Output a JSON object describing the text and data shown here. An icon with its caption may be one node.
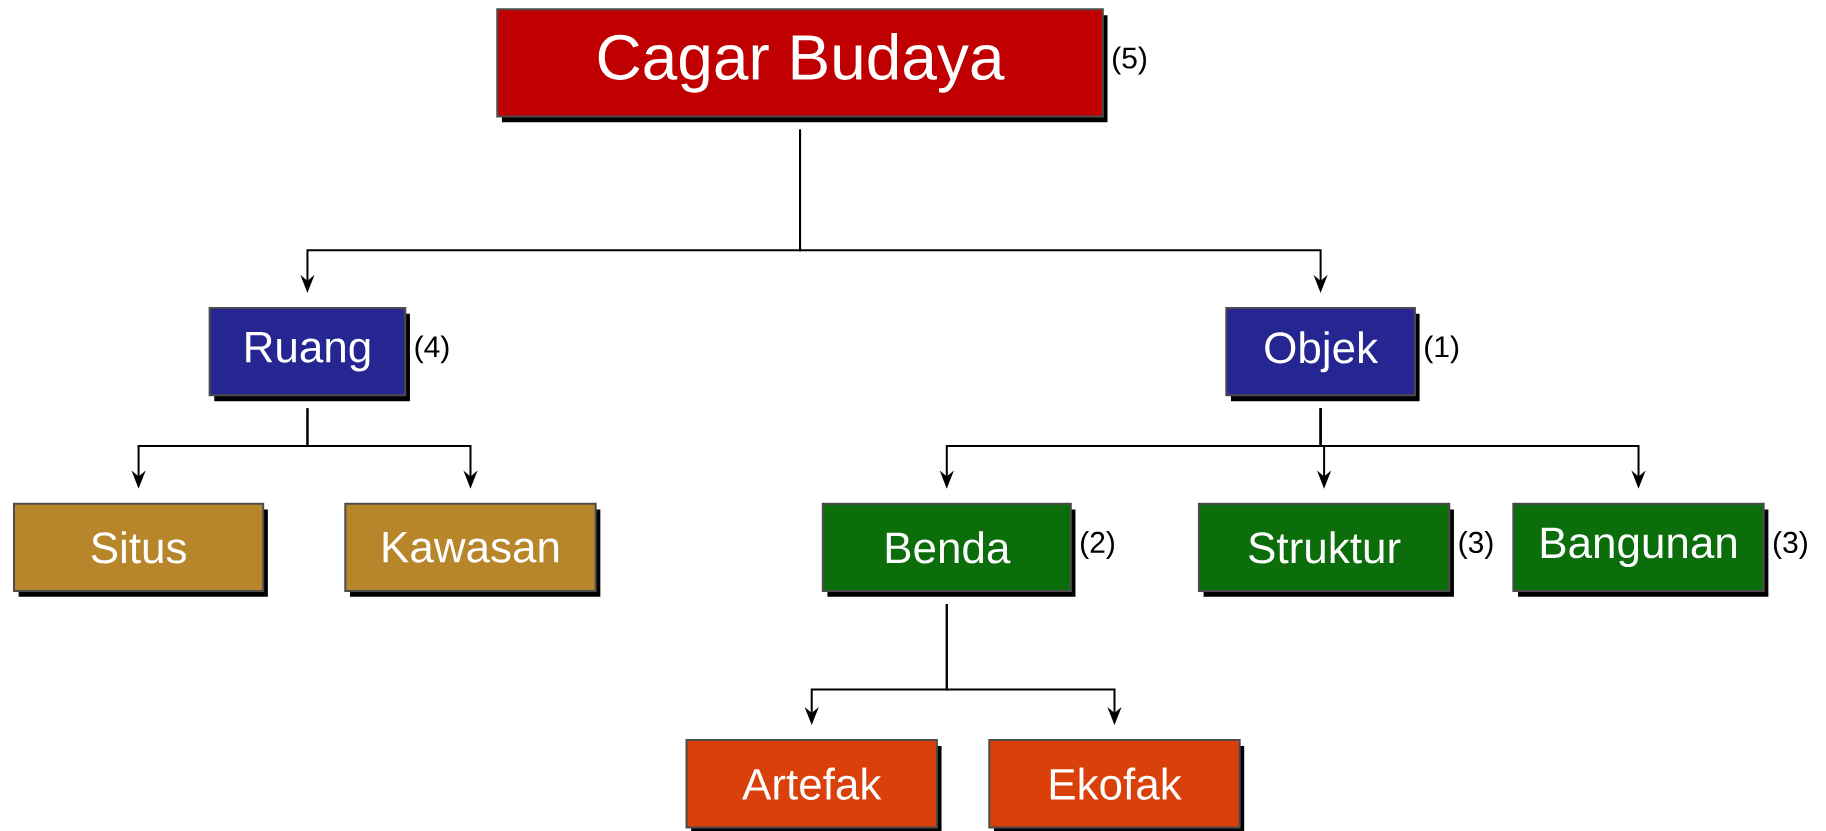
{
  "diagram": {
    "nodes": [
      {
        "text": [
          "Cagar Budaya"
        ],
        "beside": [
          "(5)"
        ]
      },
      {
        "text": [
          "Ruang"
        ],
        "beside": [
          "(4)"
        ]
      },
      {
        "text": [
          "Objek"
        ],
        "beside": [
          "(1)"
        ]
      },
      {
        "text": [
          "Situs"
        ]
      },
      {
        "text": [
          "Kawasan"
        ]
      },
      {
        "text": [
          "Benda"
        ],
        "beside": [
          "(2)"
        ]
      },
      {
        "text": [
          "Struktur"
        ],
        "beside": [
          "(3)"
        ]
      },
      {
        "text": [
          "Bangunan"
        ],
        "beside": [
          "(3)"
        ]
      },
      {
        "text": [
          "Artefak"
        ]
      },
      {
        "text": [
          "Ekofak"
        ]
      }
    ],
    "edges": [
      {
        "from": 0,
        "to": 1,
        "arrow": "to"
      },
      {
        "from": 0,
        "to": 2,
        "arrow": "to"
      },
      {
        "from": 1,
        "to": 3,
        "arrow": "to"
      },
      {
        "from": 1,
        "to": 4,
        "arrow": "to"
      },
      {
        "from": 2,
        "to": 5,
        "arrow": "to"
      },
      {
        "from": 2,
        "to": 6,
        "arrow": "to"
      },
      {
        "from": 2,
        "to": 7,
        "arrow": "to"
      },
      {
        "from": 5,
        "to": 8,
        "arrow": "to"
      },
      {
        "from": 5,
        "to": 9,
        "arrow": "to"
      }
    ]
  }
}
